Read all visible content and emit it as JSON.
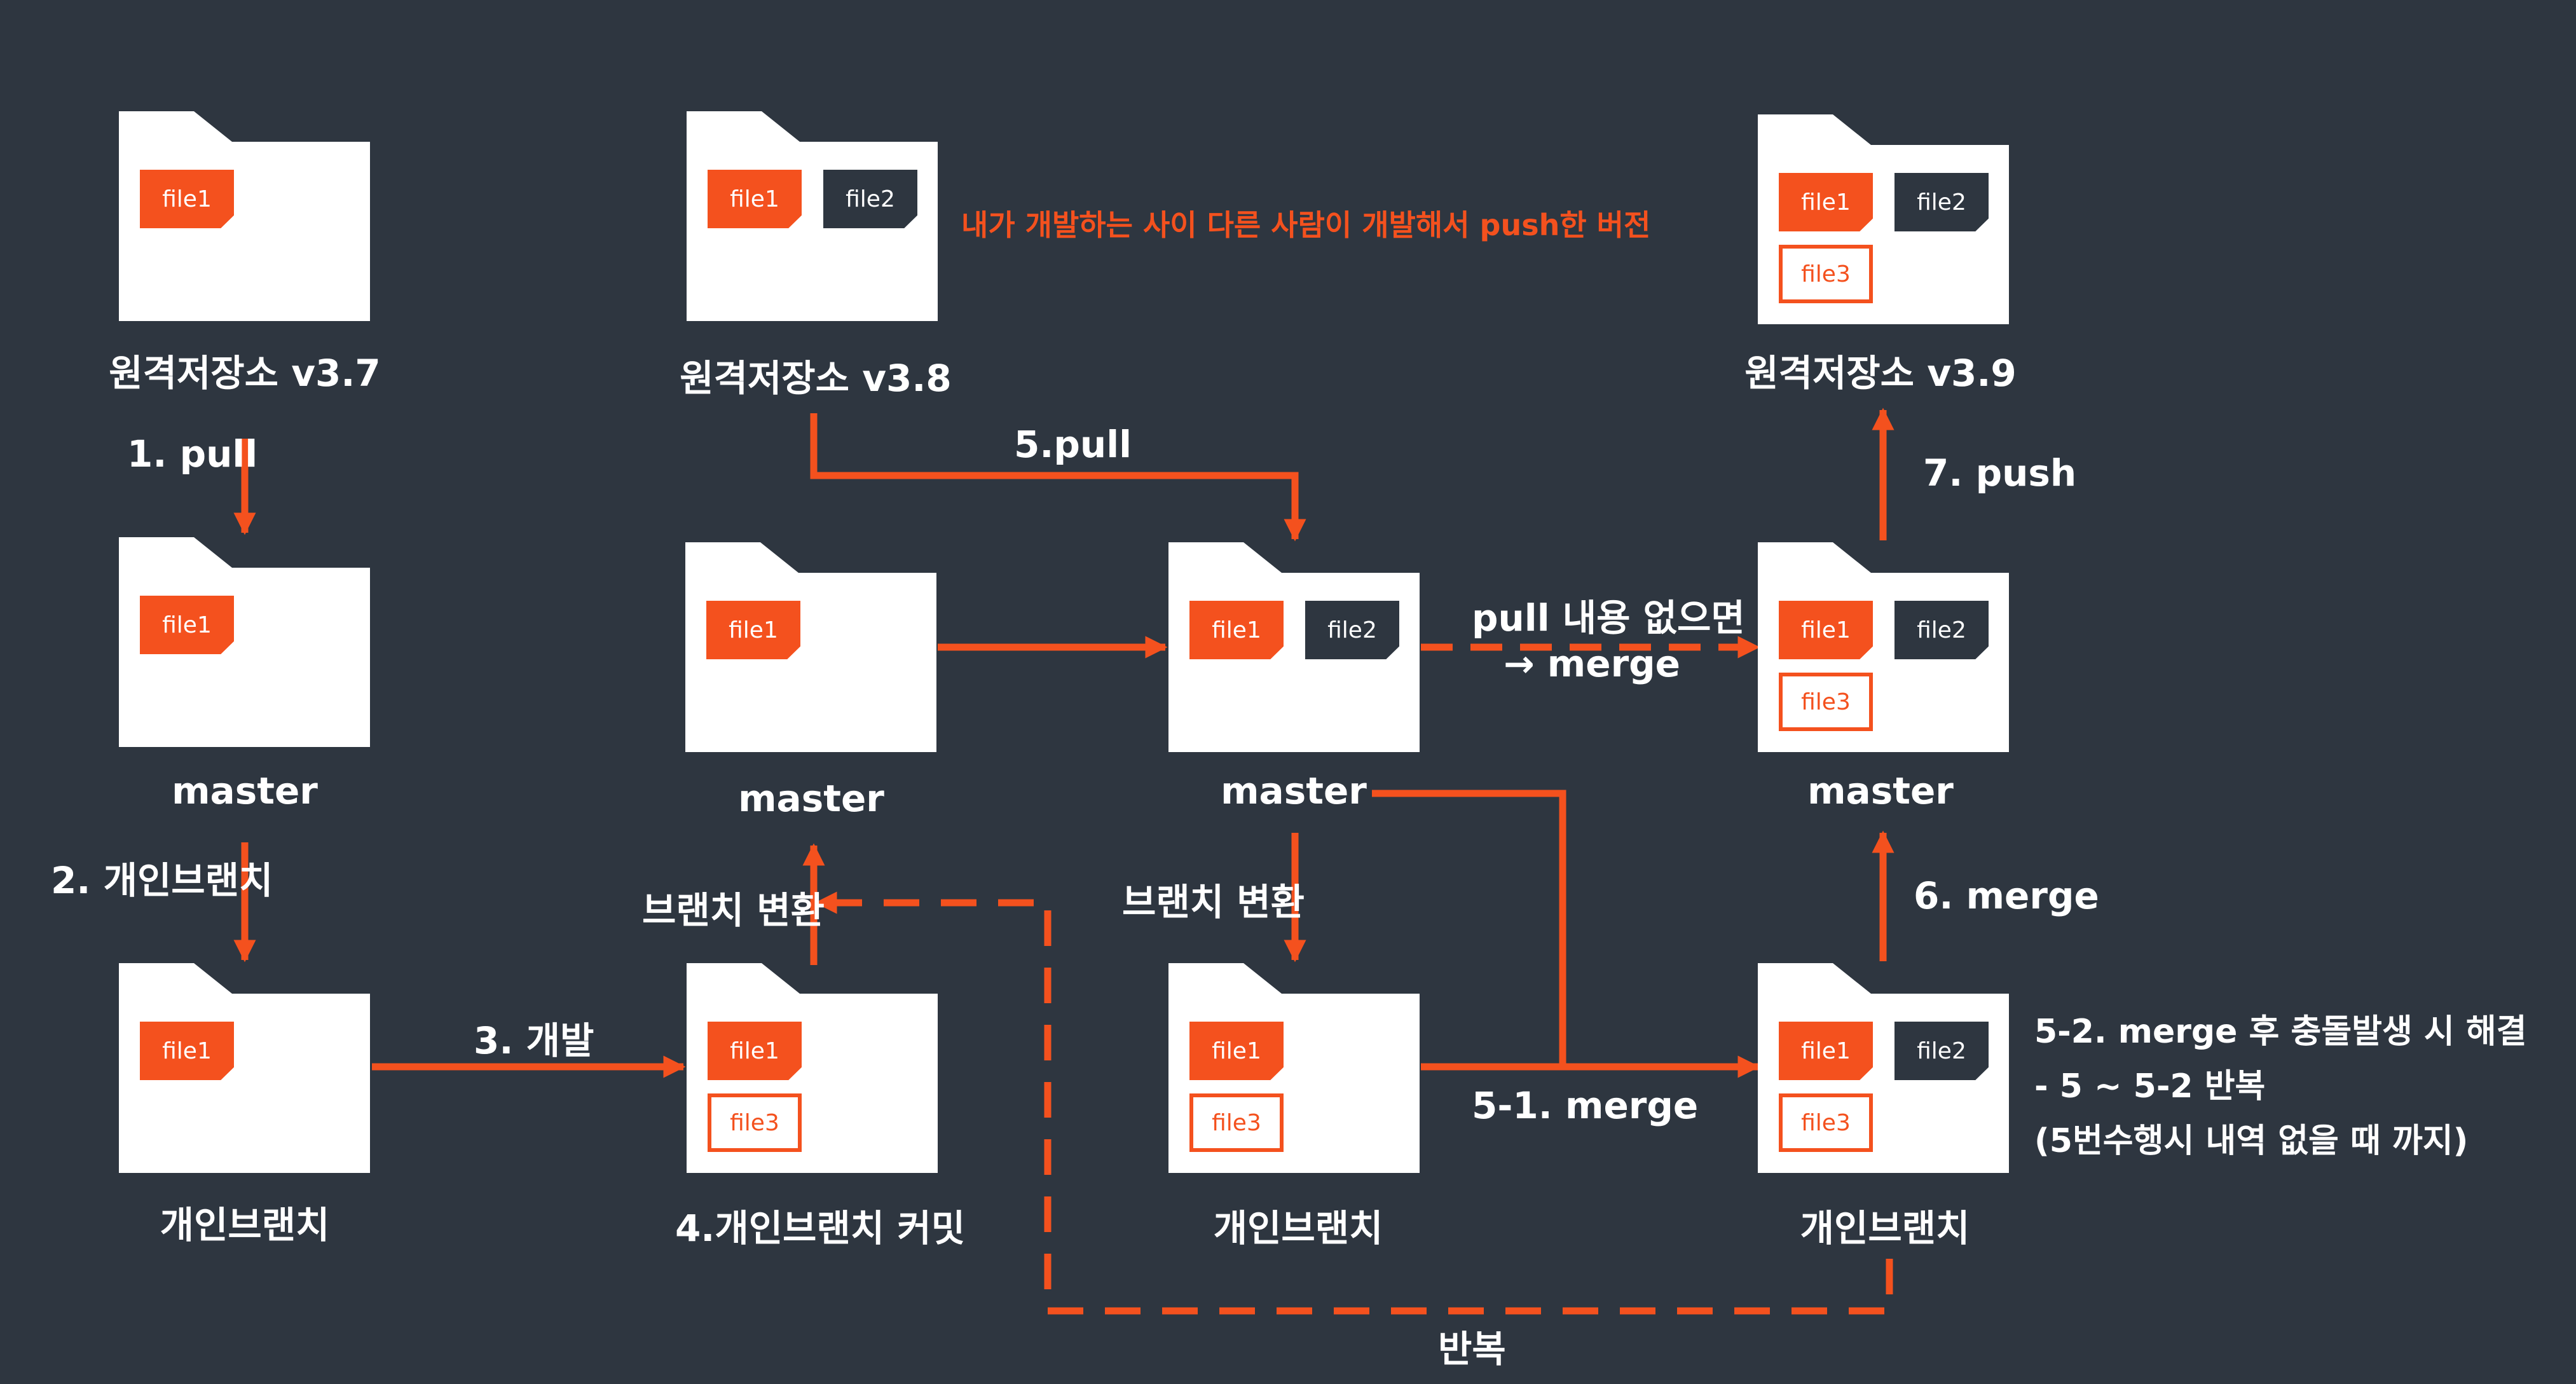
{
  "colors": {
    "background": "#2e3640",
    "accent": "#f4511e",
    "folder": "#ffffff",
    "dark_tag": "#2e3640"
  },
  "files": {
    "f1": "file1",
    "f2": "file2",
    "f3": "file3"
  },
  "labels": {
    "remote_37": "원격저장소 v3.7",
    "remote_38": "원격저장소 v3.8",
    "remote_39": "원격저장소 v3.9",
    "master": "master",
    "personal_branch": "개인브랜치",
    "commit_personal": "4.개인브랜치 커밋"
  },
  "steps": {
    "s1": "1. pull",
    "s2": "2. 개인브랜치",
    "s3": "3. 개발",
    "s5": "5.pull",
    "s51": "5-1. merge",
    "s6": "6. merge",
    "s7": "7. push",
    "branch_switch": "브랜치 변환",
    "pull_none_1": "pull 내용 없으면",
    "pull_none_2": "→ merge",
    "repeat": "반복"
  },
  "notes": {
    "other_dev": "내가 개발하는 사이 다른 사람이 개발해서 push한 버전",
    "resolve_1": "5-2. merge 후 충돌발생 시 해결",
    "resolve_2": "- 5  ~ 5-2 반복",
    "resolve_3": "(5번수행시 내역 없을 때 까지)"
  }
}
